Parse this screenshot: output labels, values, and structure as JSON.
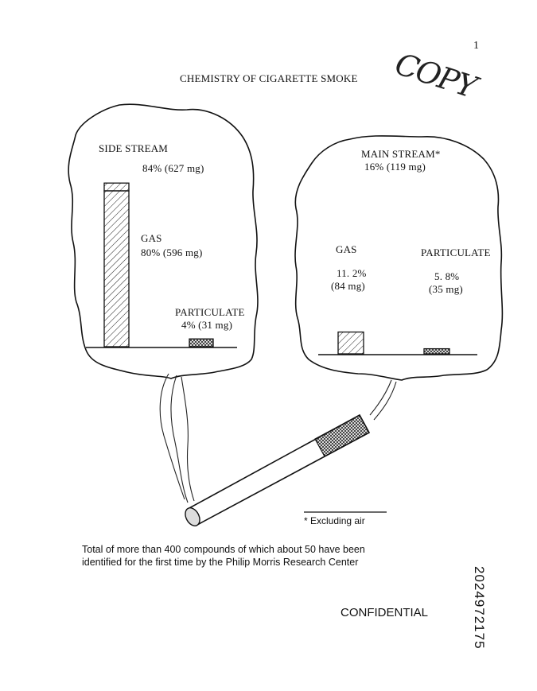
{
  "page": {
    "number": "1",
    "title": "CHEMISTRY OF CIGARETTE SMOKE",
    "stamp": "COPY",
    "footnote": "* Excluding air",
    "blurb_line1": "Total of more than 400 compounds of which about 50 have been",
    "blurb_line2": "identified for the first time by the Philip Morris Research Center",
    "confidential": "CONFIDENTIAL",
    "doc_number": "2024972175"
  },
  "side_stream": {
    "heading": "SIDE STREAM",
    "total": "84% (627 mg)",
    "gas_label": "GAS",
    "gas_value": "80% (596 mg)",
    "particulate_label": "PARTICULATE",
    "particulate_value": "4% (31 mg)"
  },
  "main_stream": {
    "heading": "MAIN STREAM*",
    "total": "16% (119 mg)",
    "gas_label": "GAS",
    "gas_value_line1": "11. 2%",
    "gas_value_line2": "(84 mg)",
    "particulate_label": "PARTICULATE",
    "particulate_value_line1": "5. 8%",
    "particulate_value_line2": "(35 mg)"
  },
  "chart_data": [
    {
      "type": "bar",
      "title": "SIDE STREAM",
      "categories": [
        "GAS",
        "PARTICULATE"
      ],
      "values": [
        80,
        4
      ],
      "mg": [
        596,
        31
      ],
      "total_percent": 84,
      "total_mg": 627
    },
    {
      "type": "bar",
      "title": "MAIN STREAM*",
      "categories": [
        "GAS",
        "PARTICULATE"
      ],
      "values": [
        11.2,
        5.8
      ],
      "mg": [
        84,
        35
      ],
      "total_percent": 16,
      "total_mg": 119
    }
  ]
}
